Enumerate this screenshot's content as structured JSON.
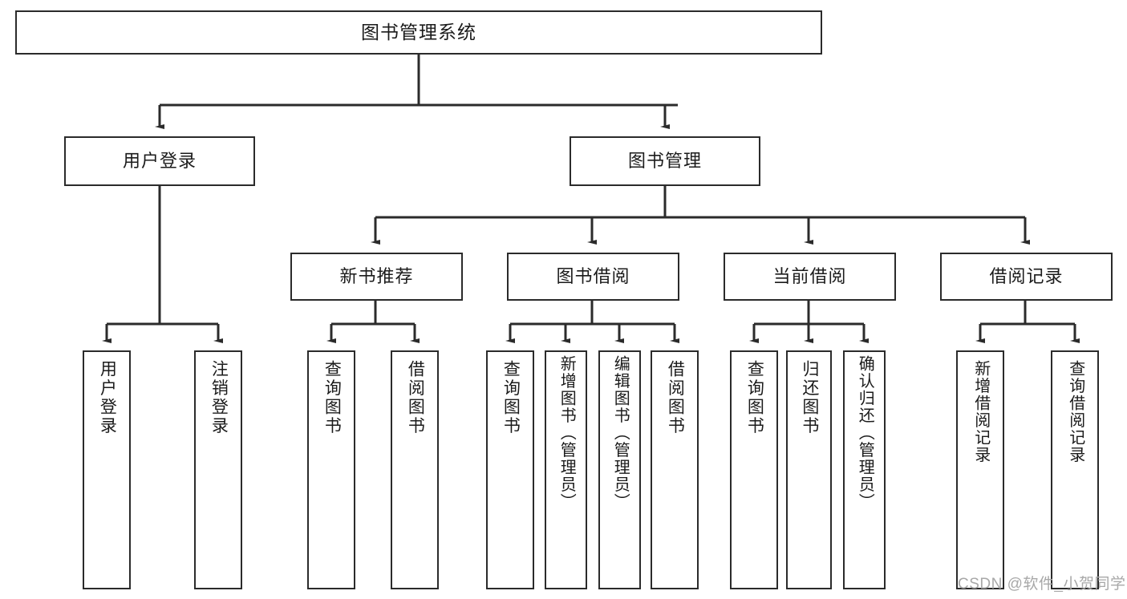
{
  "diagram": {
    "title": "图书管理系统",
    "type": "tree-hierarchy",
    "watermark": "CSDN @软件_小贺同学",
    "colors": {
      "stroke": "#2b2b2b",
      "fill": "#ffffff",
      "text": "#1b1b1b",
      "watermark": "#a8a8a8"
    },
    "root": {
      "id": "root",
      "label": "图书管理系统"
    },
    "level2": [
      {
        "id": "user-login",
        "label": "用户登录"
      },
      {
        "id": "book-management",
        "label": "图书管理"
      }
    ],
    "level3": [
      {
        "id": "new-book-recommend",
        "label": "新书推荐",
        "parent": "book-management"
      },
      {
        "id": "book-borrow",
        "label": "图书借阅",
        "parent": "book-management"
      },
      {
        "id": "current-borrow",
        "label": "当前借阅",
        "parent": "book-management"
      },
      {
        "id": "borrow-record",
        "label": "借阅记录",
        "parent": "book-management"
      }
    ],
    "leaves": [
      {
        "id": "leaf-user-login",
        "label": "用户登录",
        "parent": "user-login"
      },
      {
        "id": "leaf-logout-login",
        "label": "注销登录",
        "parent": "user-login"
      },
      {
        "id": "leaf-query-books-1",
        "label": "查询图书",
        "parent": "new-book-recommend"
      },
      {
        "id": "leaf-borrow-books-1",
        "label": "借阅图书",
        "parent": "new-book-recommend"
      },
      {
        "id": "leaf-query-books-2",
        "label": "查询图书",
        "parent": "book-borrow"
      },
      {
        "id": "leaf-add-book-admin",
        "label": "新增图书（管理员）",
        "parent": "book-borrow"
      },
      {
        "id": "leaf-edit-book-admin",
        "label": "编辑图书（管理员）",
        "parent": "book-borrow"
      },
      {
        "id": "leaf-borrow-books-2",
        "label": "借阅图书",
        "parent": "book-borrow"
      },
      {
        "id": "leaf-query-books-3",
        "label": "查询图书",
        "parent": "current-borrow"
      },
      {
        "id": "leaf-return-books",
        "label": "归还图书",
        "parent": "current-borrow"
      },
      {
        "id": "leaf-confirm-return-admin",
        "label": "确认归还（管理员）",
        "parent": "current-borrow"
      },
      {
        "id": "leaf-add-borrow-record",
        "label": "新增借阅记录",
        "parent": "borrow-record"
      },
      {
        "id": "leaf-query-borrow-record",
        "label": "查询借阅记录",
        "parent": "borrow-record"
      }
    ]
  }
}
